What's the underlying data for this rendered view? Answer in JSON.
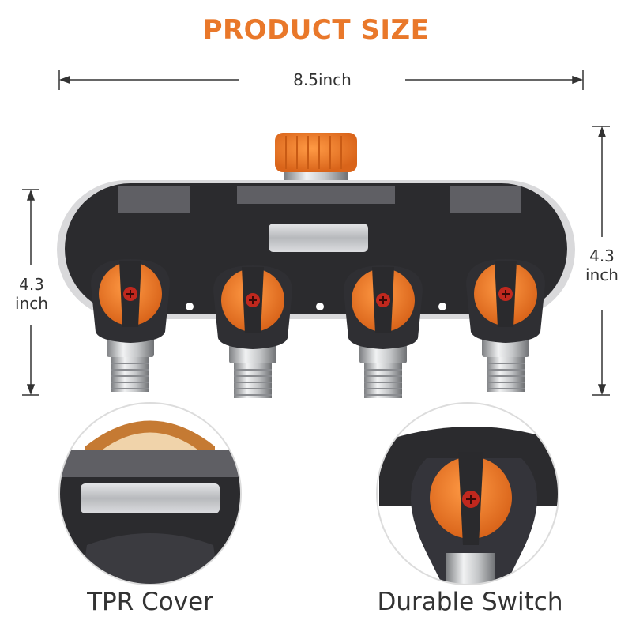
{
  "title": "PRODUCT SIZE",
  "width_label": "8.5inch",
  "left_height": {
    "value": "4.3",
    "unit": "inch"
  },
  "right_height": {
    "value": "4.3",
    "unit": "inch"
  },
  "captions": {
    "left": "TPR Cover",
    "right": "Durable Switch"
  },
  "colors": {
    "accent": "#e9782a",
    "body": "#2b2b2e",
    "trim": "#6b6b70",
    "metal": "#c9cacc",
    "dim_line": "#333333"
  }
}
